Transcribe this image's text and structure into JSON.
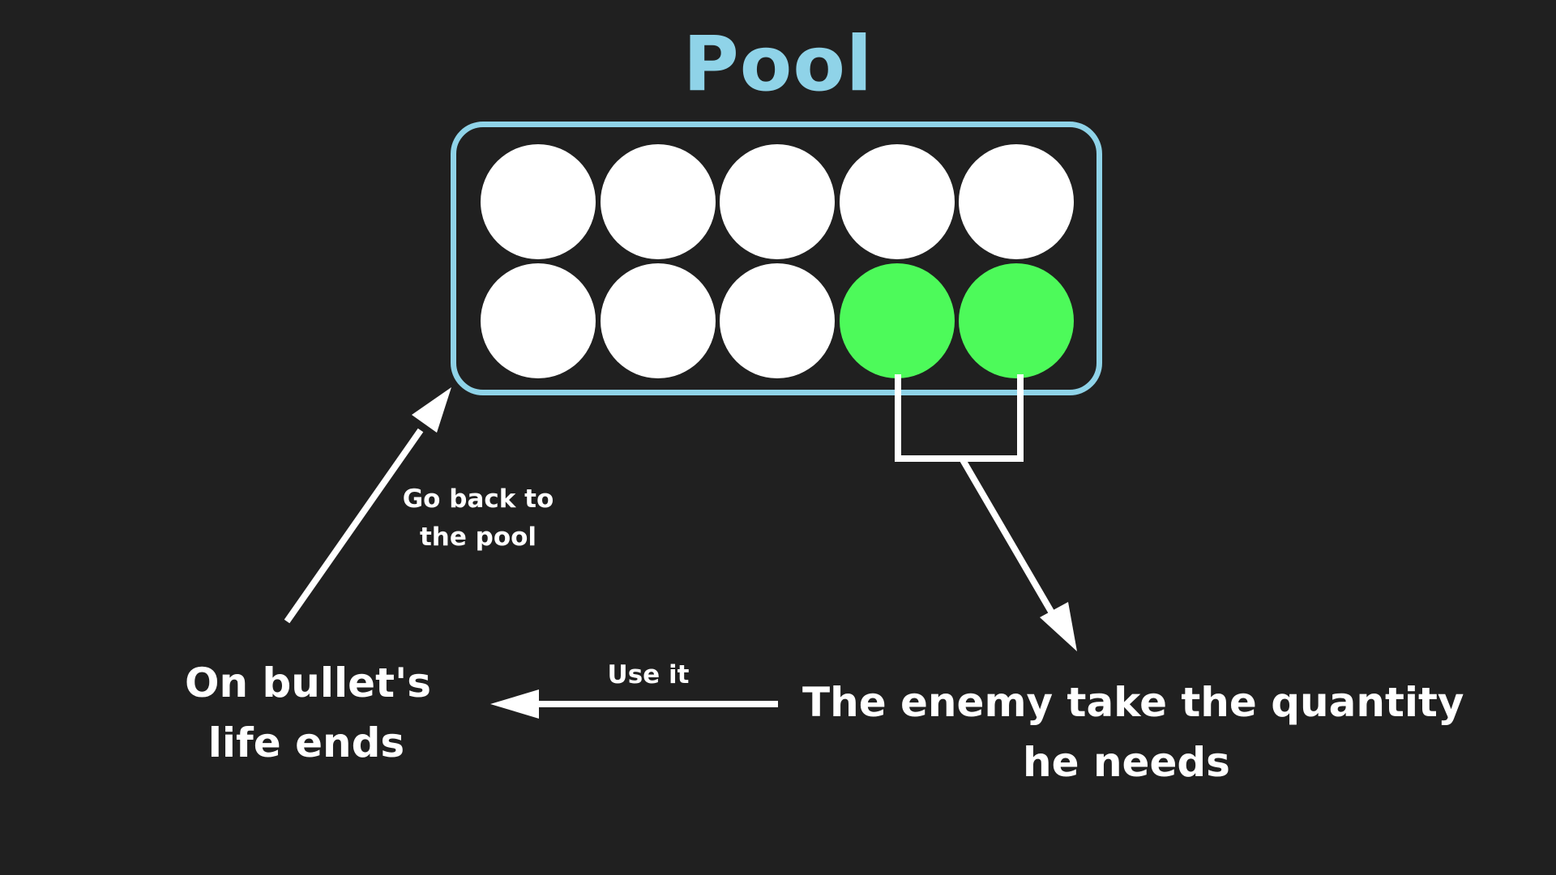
{
  "title": "Pool",
  "colors": {
    "background": "#202020",
    "title": "#8fd3e8",
    "pool_border": "#8fd3e8",
    "ball_available": "#ffffff",
    "ball_taken": "#4dfa5a",
    "text": "#ffffff",
    "arrow": "#ffffff"
  },
  "pool": {
    "rows": [
      [
        "available",
        "available",
        "available",
        "available",
        "available"
      ],
      [
        "available",
        "available",
        "available",
        "taken",
        "taken"
      ]
    ]
  },
  "labels": {
    "enemy_take": [
      "The enemy take the quantity",
      "he needs"
    ],
    "use_it": "Use it",
    "bullet_ends": [
      "On bullet's",
      "life ends"
    ],
    "go_back": [
      "Go back to",
      "the pool"
    ]
  }
}
